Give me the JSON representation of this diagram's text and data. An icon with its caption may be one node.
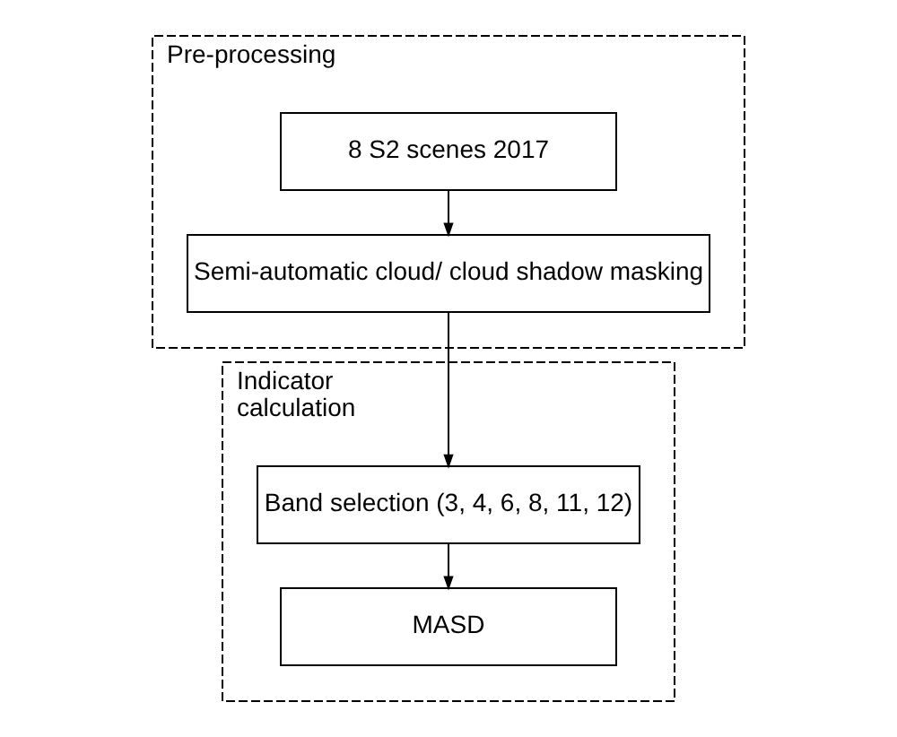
{
  "diagram": {
    "nodes": [
      {
        "text": [
          "Pre-processing"
        ]
      },
      {
        "text": [
          "8 S2 scenes 2017"
        ],
        "in": 0
      },
      {
        "text": [
          "Semi-automatic cloud/ cloud shadow masking"
        ],
        "in": 0
      },
      {
        "text": [
          "Indicator calculation"
        ]
      },
      {
        "text": [
          "Band selection (3, 4, 6, 8, 11, 12)"
        ],
        "in": 3
      },
      {
        "text": [
          "MASD"
        ],
        "in": 3
      }
    ],
    "edges": [
      {
        "from": 1,
        "to": 2,
        "arrow": "to"
      },
      {
        "from": 2,
        "to": 4,
        "arrow": "to"
      },
      {
        "from": 4,
        "to": 5,
        "arrow": "to"
      }
    ]
  }
}
